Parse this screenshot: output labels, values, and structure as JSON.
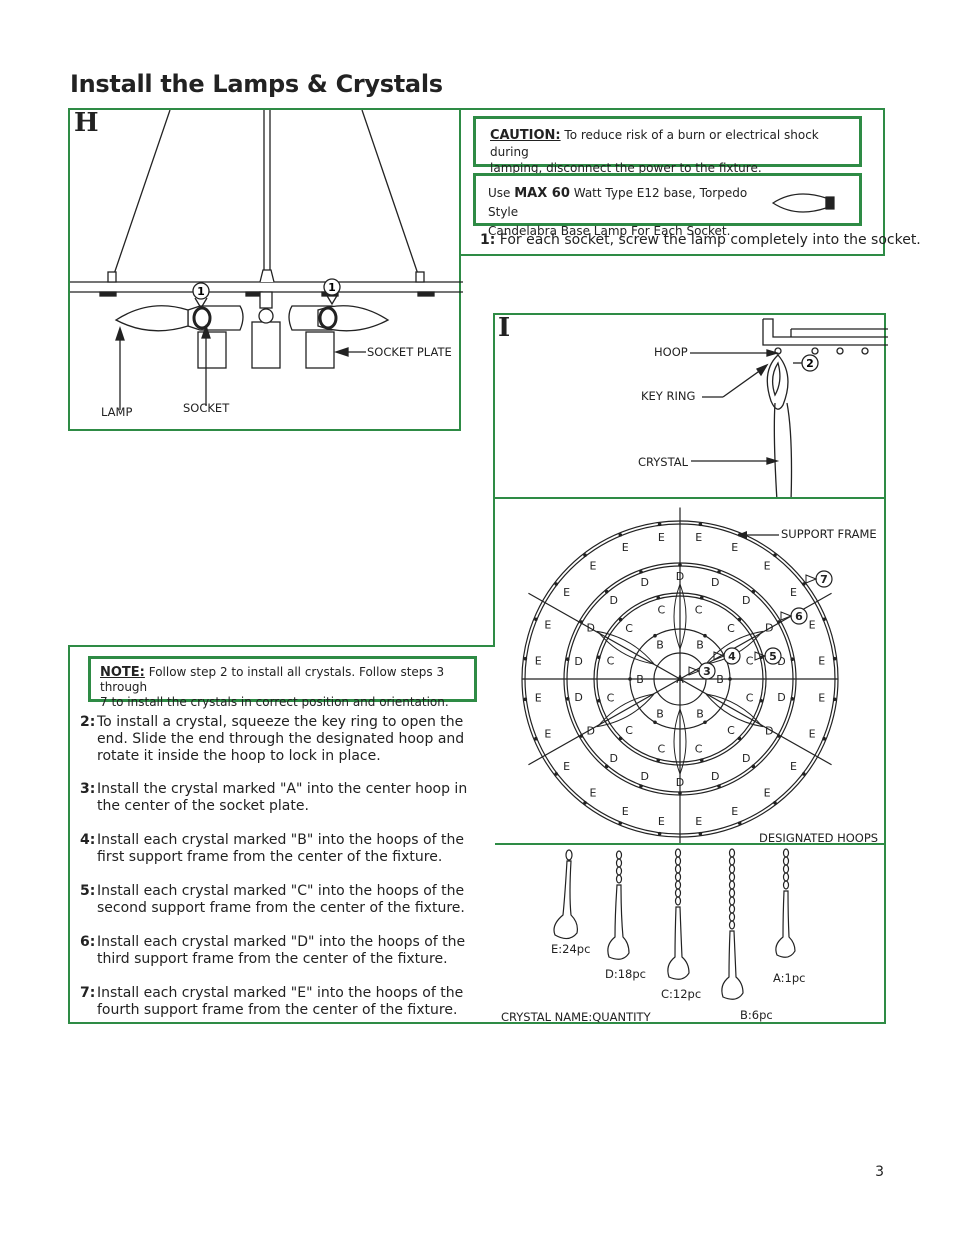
{
  "title": "Install the Lamps & Crystals",
  "section_h": {
    "letter": "H",
    "labels": {
      "lamp": "LAMP",
      "socket": "SOCKET",
      "socket_plate": "SOCKET PLATE"
    },
    "callout": "1"
  },
  "caution": {
    "heading": "CAUTION:",
    "text_line1": "To reduce risk of a burn or electrical shock during",
    "text_line2": "lamping, disconnect the power to the fixture."
  },
  "bulb_box": {
    "use": "Use",
    "max": "MAX 60",
    "text_line1": "Watt Type E12 base, Torpedo Style",
    "text_line2": "Candelabra Base Lamp For Each Socket."
  },
  "step1": {
    "num": "1:",
    "text": "For each socket, screw the lamp completely into the socket."
  },
  "section_i": {
    "letter": "I",
    "labels": {
      "hoop": "HOOP",
      "key_ring": "KEY RING",
      "crystal": "CRYSTAL"
    },
    "callout": "2"
  },
  "hoops": {
    "support_frame": "SUPPORT FRAME",
    "designated_hoops": "DESIGNATED HOOPS",
    "callouts": [
      "3",
      "4",
      "5",
      "6",
      "7"
    ]
  },
  "crystals": {
    "caption": "CRYSTAL NAME:QUANTITY",
    "items": [
      {
        "label": "E:24pc"
      },
      {
        "label": "D:18pc"
      },
      {
        "label": "C:12pc"
      },
      {
        "label": "B:6pc"
      },
      {
        "label": "A:1pc"
      }
    ]
  },
  "note": {
    "heading": "NOTE:",
    "text_line1": "Follow step 2 to install all crystals. Follow steps 3 through",
    "text_line2": "7 to install the crystals in correct position and orientation."
  },
  "steps": [
    {
      "num": "2:",
      "text": "To install a crystal, squeeze the key ring to open the end. Slide the end through the designated hoop and rotate it inside the hoop to lock in place."
    },
    {
      "num": "3:",
      "text": "Install the crystal marked \"A\" into the center hoop in the center of the socket plate."
    },
    {
      "num": "4:",
      "text": "Install each crystal marked \"B\" into the hoops of the first support frame from the center of the fixture."
    },
    {
      "num": "5:",
      "text": "Install each crystal marked \"C\" into the hoops of the second support frame from the center of the fixture."
    },
    {
      "num": "6:",
      "text": "Install each crystal marked \"D\" into the hoops of the third support frame from the center of the fixture."
    },
    {
      "num": "7:",
      "text": "Install each crystal marked \"E\" into the hoops of the fourth support frame from the center of the fixture."
    }
  ],
  "page_number": "3",
  "colors": {
    "box_border": "#2e8b45",
    "line": "#222222"
  }
}
